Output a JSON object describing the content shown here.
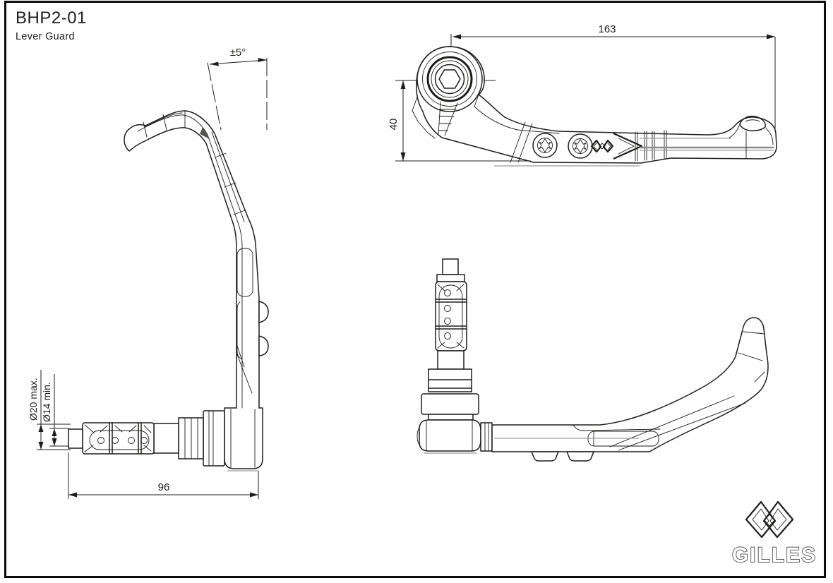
{
  "page": {
    "title": "BHP2-01",
    "subtitle": "Lever Guard"
  },
  "dimensions": {
    "angle_tolerance": "±5°",
    "overall_length": "163",
    "pivot_height": "40",
    "clamp_max": "Ø20 max.",
    "clamp_min": "Ø14 min.",
    "insert_length": "96"
  },
  "logo": {
    "brand": "GILLES"
  },
  "colors": {
    "line": "#1d1d1b",
    "background": "#ffffff"
  }
}
